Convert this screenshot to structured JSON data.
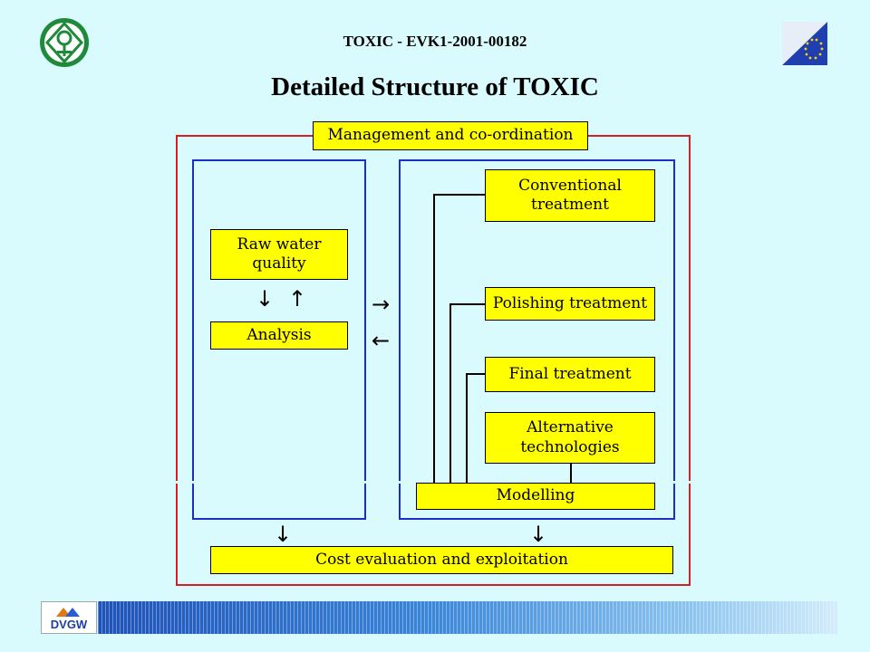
{
  "header": {
    "project_code": "TOXIC - EVK1-2001-00182",
    "title": "Detailed Structure of TOXIC"
  },
  "diagram": {
    "management": "Management and co-ordination",
    "raw_water": "Raw water\nquality",
    "analysis": "Analysis",
    "conventional": "Conventional\ntreatment",
    "polishing": "Polishing treatment",
    "final": "Final treatment",
    "alternative": "Alternative\ntechnologies",
    "modelling": "Modelling",
    "cost": "Cost evaluation and exploitation"
  },
  "footer": {
    "logo_text": "DVGW"
  },
  "colors": {
    "background": "#d9fbfd",
    "box_fill": "#ffff00",
    "outer_frame": "#d42020",
    "inner_frame": "#1c2fc4"
  },
  "icons": [
    "org-emblem-icon",
    "eu-flag-icon",
    "dvgw-logo-icon"
  ]
}
